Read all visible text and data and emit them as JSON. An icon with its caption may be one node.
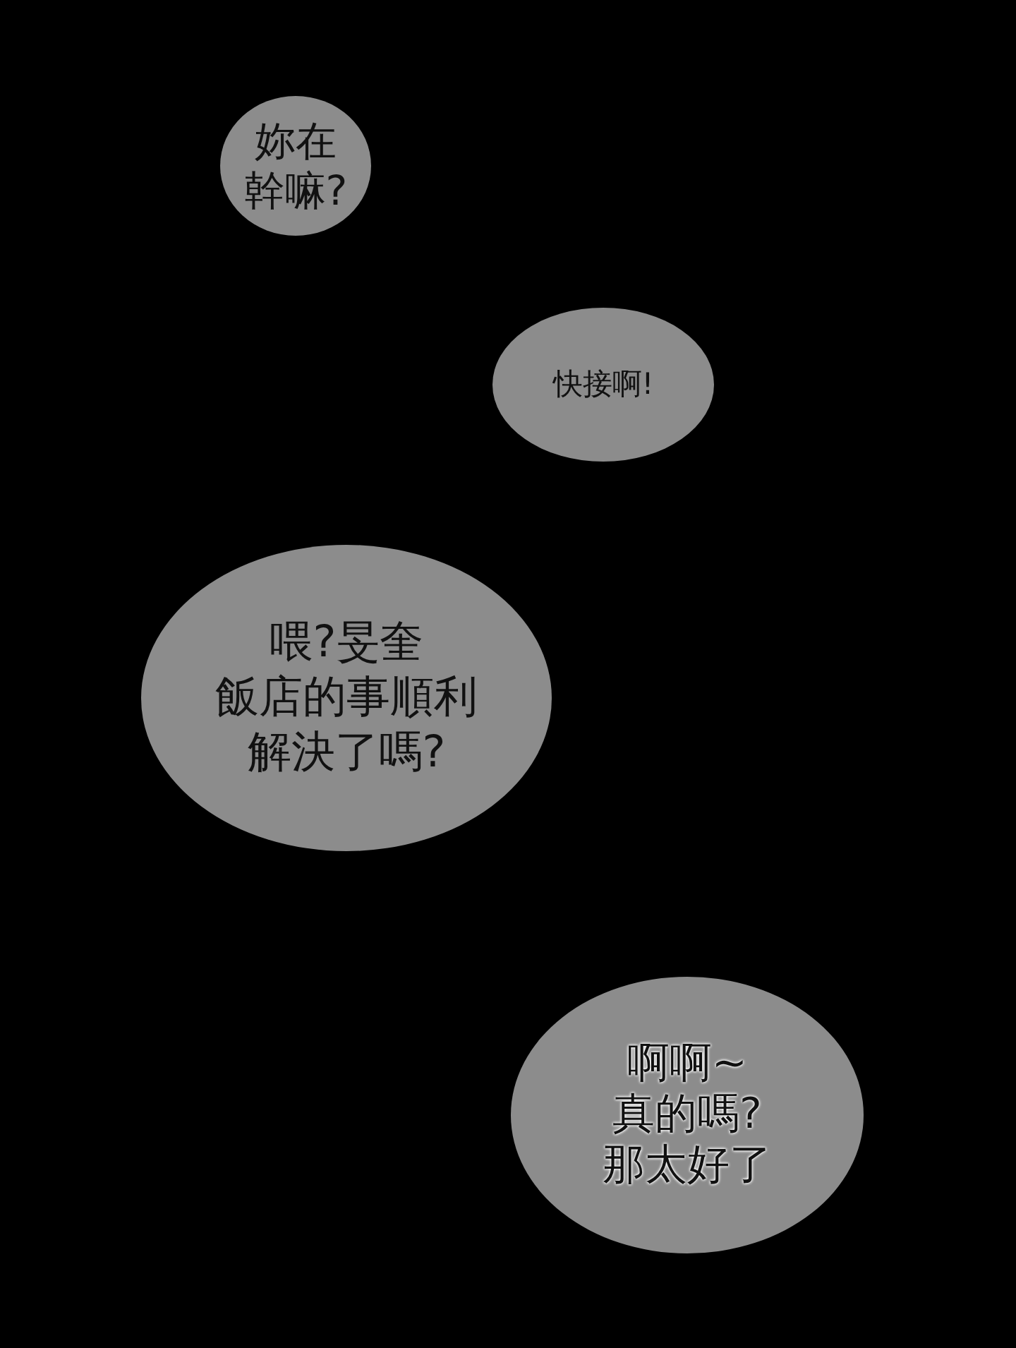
{
  "diagram": {
    "nodes": [
      {
        "text": [
          "妳在幹嘛?"
        ]
      },
      {
        "text": [
          "快接啊!"
        ]
      },
      {
        "text": [
          "喂?旻奎飯店的事順利解決了嗎?"
        ]
      },
      {
        "text": [
          "啊啊~真的嗎?那太好了"
        ]
      }
    ]
  }
}
